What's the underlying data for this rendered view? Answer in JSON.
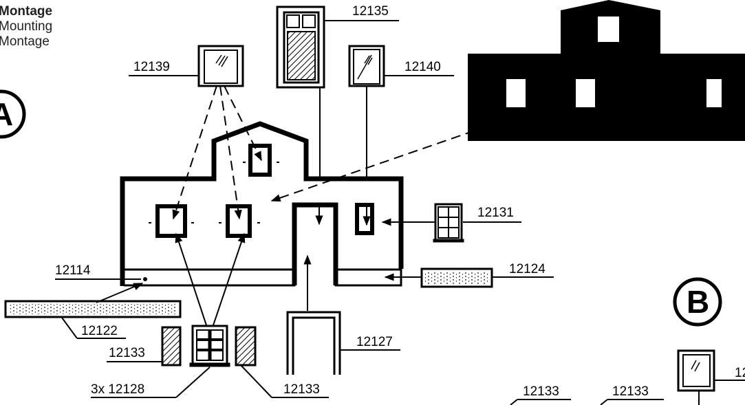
{
  "header": {
    "title": "Montage",
    "line2": "Mounting",
    "line3": "Montage"
  },
  "steps": {
    "a": "A",
    "b": "B"
  },
  "parts": {
    "p12135": "12135",
    "p12139": "12139",
    "p12140": "12140",
    "p12131": "12131",
    "p12114": "12114",
    "p12124": "12124",
    "p12122": "12122",
    "p12133_left": "12133",
    "p12127": "12127",
    "p12128": "3x 12128",
    "p12133_bottom": "12133",
    "p12133_b1": "12133",
    "p12133_b2": "12133",
    "p_b_cut": "12"
  },
  "colors": {
    "ink": "#000000",
    "text": "#231f20",
    "paper": "#ffffff"
  }
}
